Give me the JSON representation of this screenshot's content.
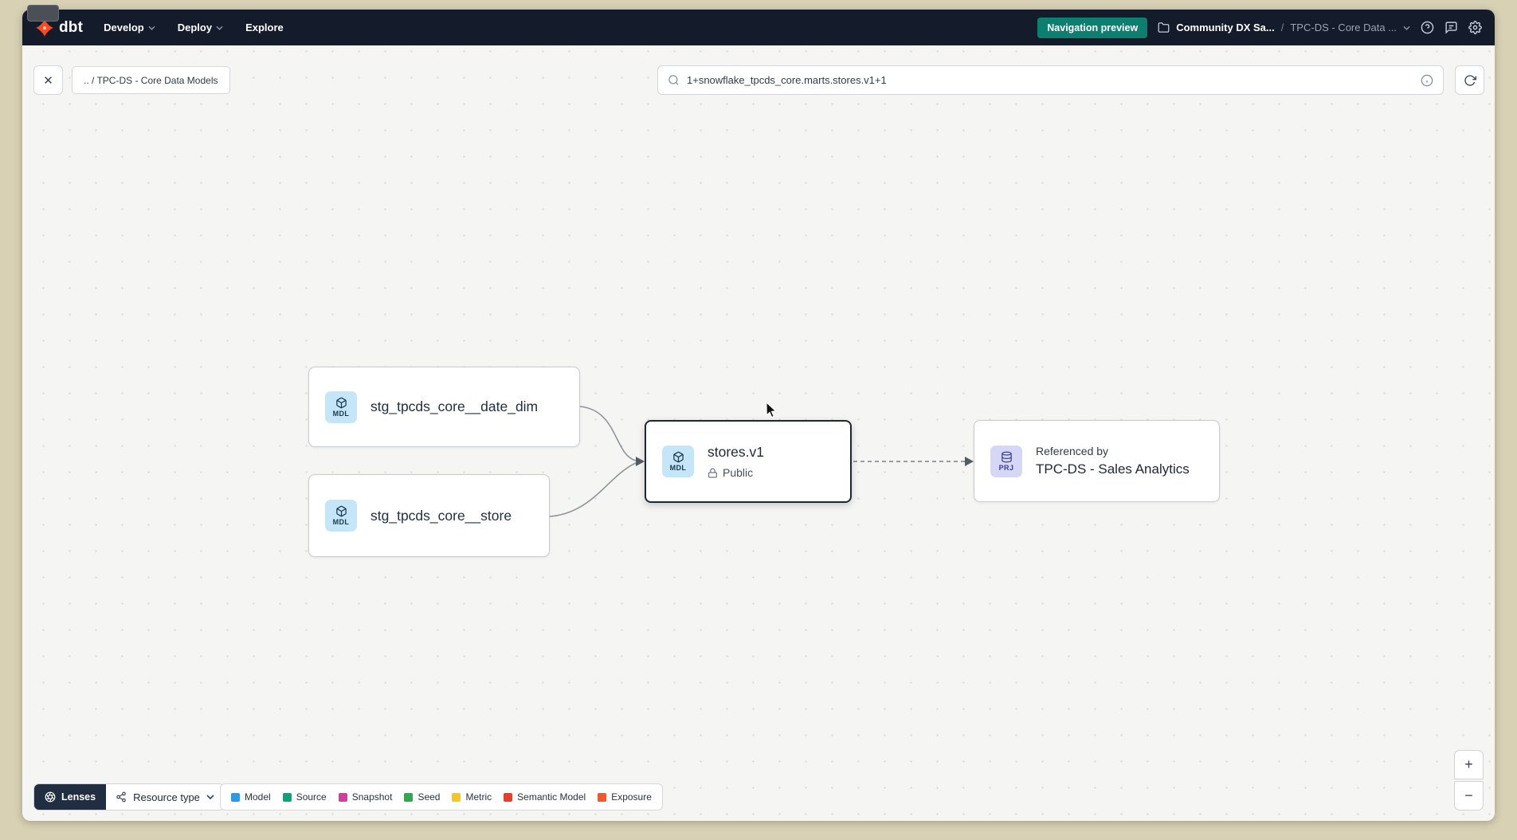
{
  "nav": {
    "brand": "dbt",
    "menu": [
      {
        "label": "Develop"
      },
      {
        "label": "Deploy"
      },
      {
        "label": "Explore"
      }
    ],
    "preview_button": "Navigation preview",
    "breadcrumb": {
      "account": "Community DX Sa...",
      "separator": "/",
      "project": "TPC-DS - Core Data ..."
    }
  },
  "toolbar": {
    "close_label": "✕",
    "breadcrumb_chip": ".. / TPC-DS - Core Data Models",
    "search_value": "1+snowflake_tpcds_core.marts.stores.v1+1"
  },
  "graph": {
    "nodes": {
      "date_dim": {
        "badge": "MDL",
        "label": "stg_tpcds_core__date_dim"
      },
      "store": {
        "badge": "MDL",
        "label": "stg_tpcds_core__store"
      },
      "stores_v1": {
        "badge": "MDL",
        "label": "stores.v1",
        "access": "Public"
      },
      "referenced": {
        "badge": "PRJ",
        "title": "Referenced by",
        "label": "TPC-DS - Sales Analytics"
      }
    }
  },
  "footer": {
    "lenses_label": "Lenses",
    "resource_type_label": "Resource type",
    "legend": [
      {
        "label": "Model",
        "color": "#2b99e6"
      },
      {
        "label": "Source",
        "color": "#0ba47a"
      },
      {
        "label": "Snapshot",
        "color": "#d53ca2"
      },
      {
        "label": "Seed",
        "color": "#2fa84f"
      },
      {
        "label": "Metric",
        "color": "#f4c723"
      },
      {
        "label": "Semantic Model",
        "color": "#e4402f"
      },
      {
        "label": "Exposure",
        "color": "#f0592f"
      }
    ]
  },
  "zoom": {
    "in": "+",
    "out": "−"
  },
  "colors": {
    "nav_bg": "#141b2b",
    "accent_teal": "#0d7f71",
    "brand_orange": "#ff4a1f",
    "mdl_badge_bg": "#c5e5f8",
    "prj_badge_bg": "#d6d7f7"
  }
}
